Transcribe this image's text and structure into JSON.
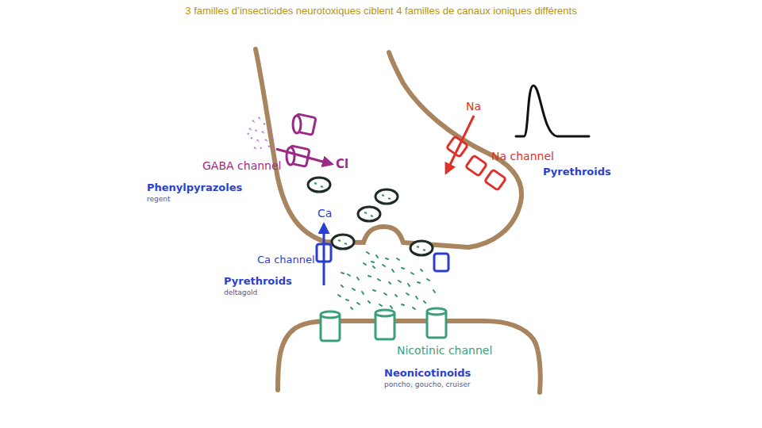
{
  "diagram": {
    "title": "3 familles d’insecticides neurotoxiques ciblent 4 familles de canaux ioniques différents",
    "labels": [
      "Na",
      "Na channel",
      "Pyrethroids",
      "GABA channel",
      "Cl",
      "Phenylpyrazoles",
      "regent",
      "Ca",
      "Ca channel",
      "Pyrethroids",
      "deltagold",
      "Nicotinic channel",
      "Neonicotinoids",
      "poncho, goucho, cruiser"
    ]
  }
}
